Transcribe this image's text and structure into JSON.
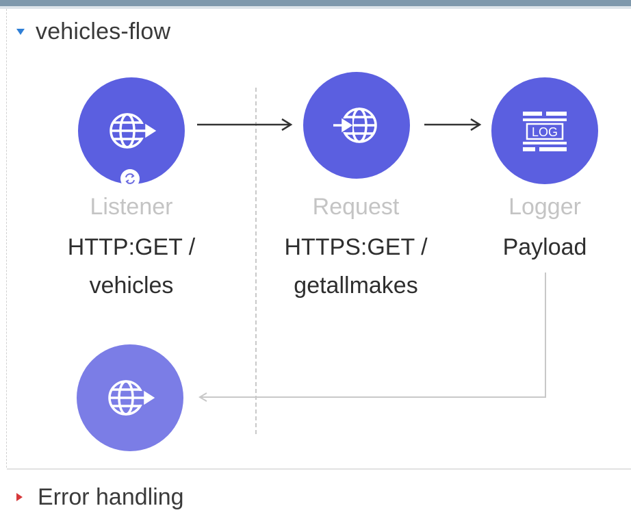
{
  "flow": {
    "name": "vehicles-flow",
    "expand_icon": "triangle-down-icon"
  },
  "nodes": [
    {
      "id": "source",
      "type": "Listener",
      "line1": "HTTP:GET /",
      "line2": "vehicles",
      "icon": "globe-inbound-icon",
      "color": "#5b5fe0"
    },
    {
      "id": "request",
      "type": "Request",
      "line1": "HTTPS:GET /",
      "line2": "getallmakes",
      "icon": "globe-outbound-icon",
      "color": "#5b5fe0"
    },
    {
      "id": "logger",
      "type": "Logger",
      "line1": "Payload",
      "line2": "",
      "icon": "log-icon",
      "color": "#5b5fe0"
    },
    {
      "id": "response",
      "icon": "globe-inbound-icon",
      "color": "#7b7de6"
    }
  ],
  "error_handling": {
    "label": "Error handling",
    "expand_icon": "triangle-right-icon",
    "color": "#d6383a"
  }
}
